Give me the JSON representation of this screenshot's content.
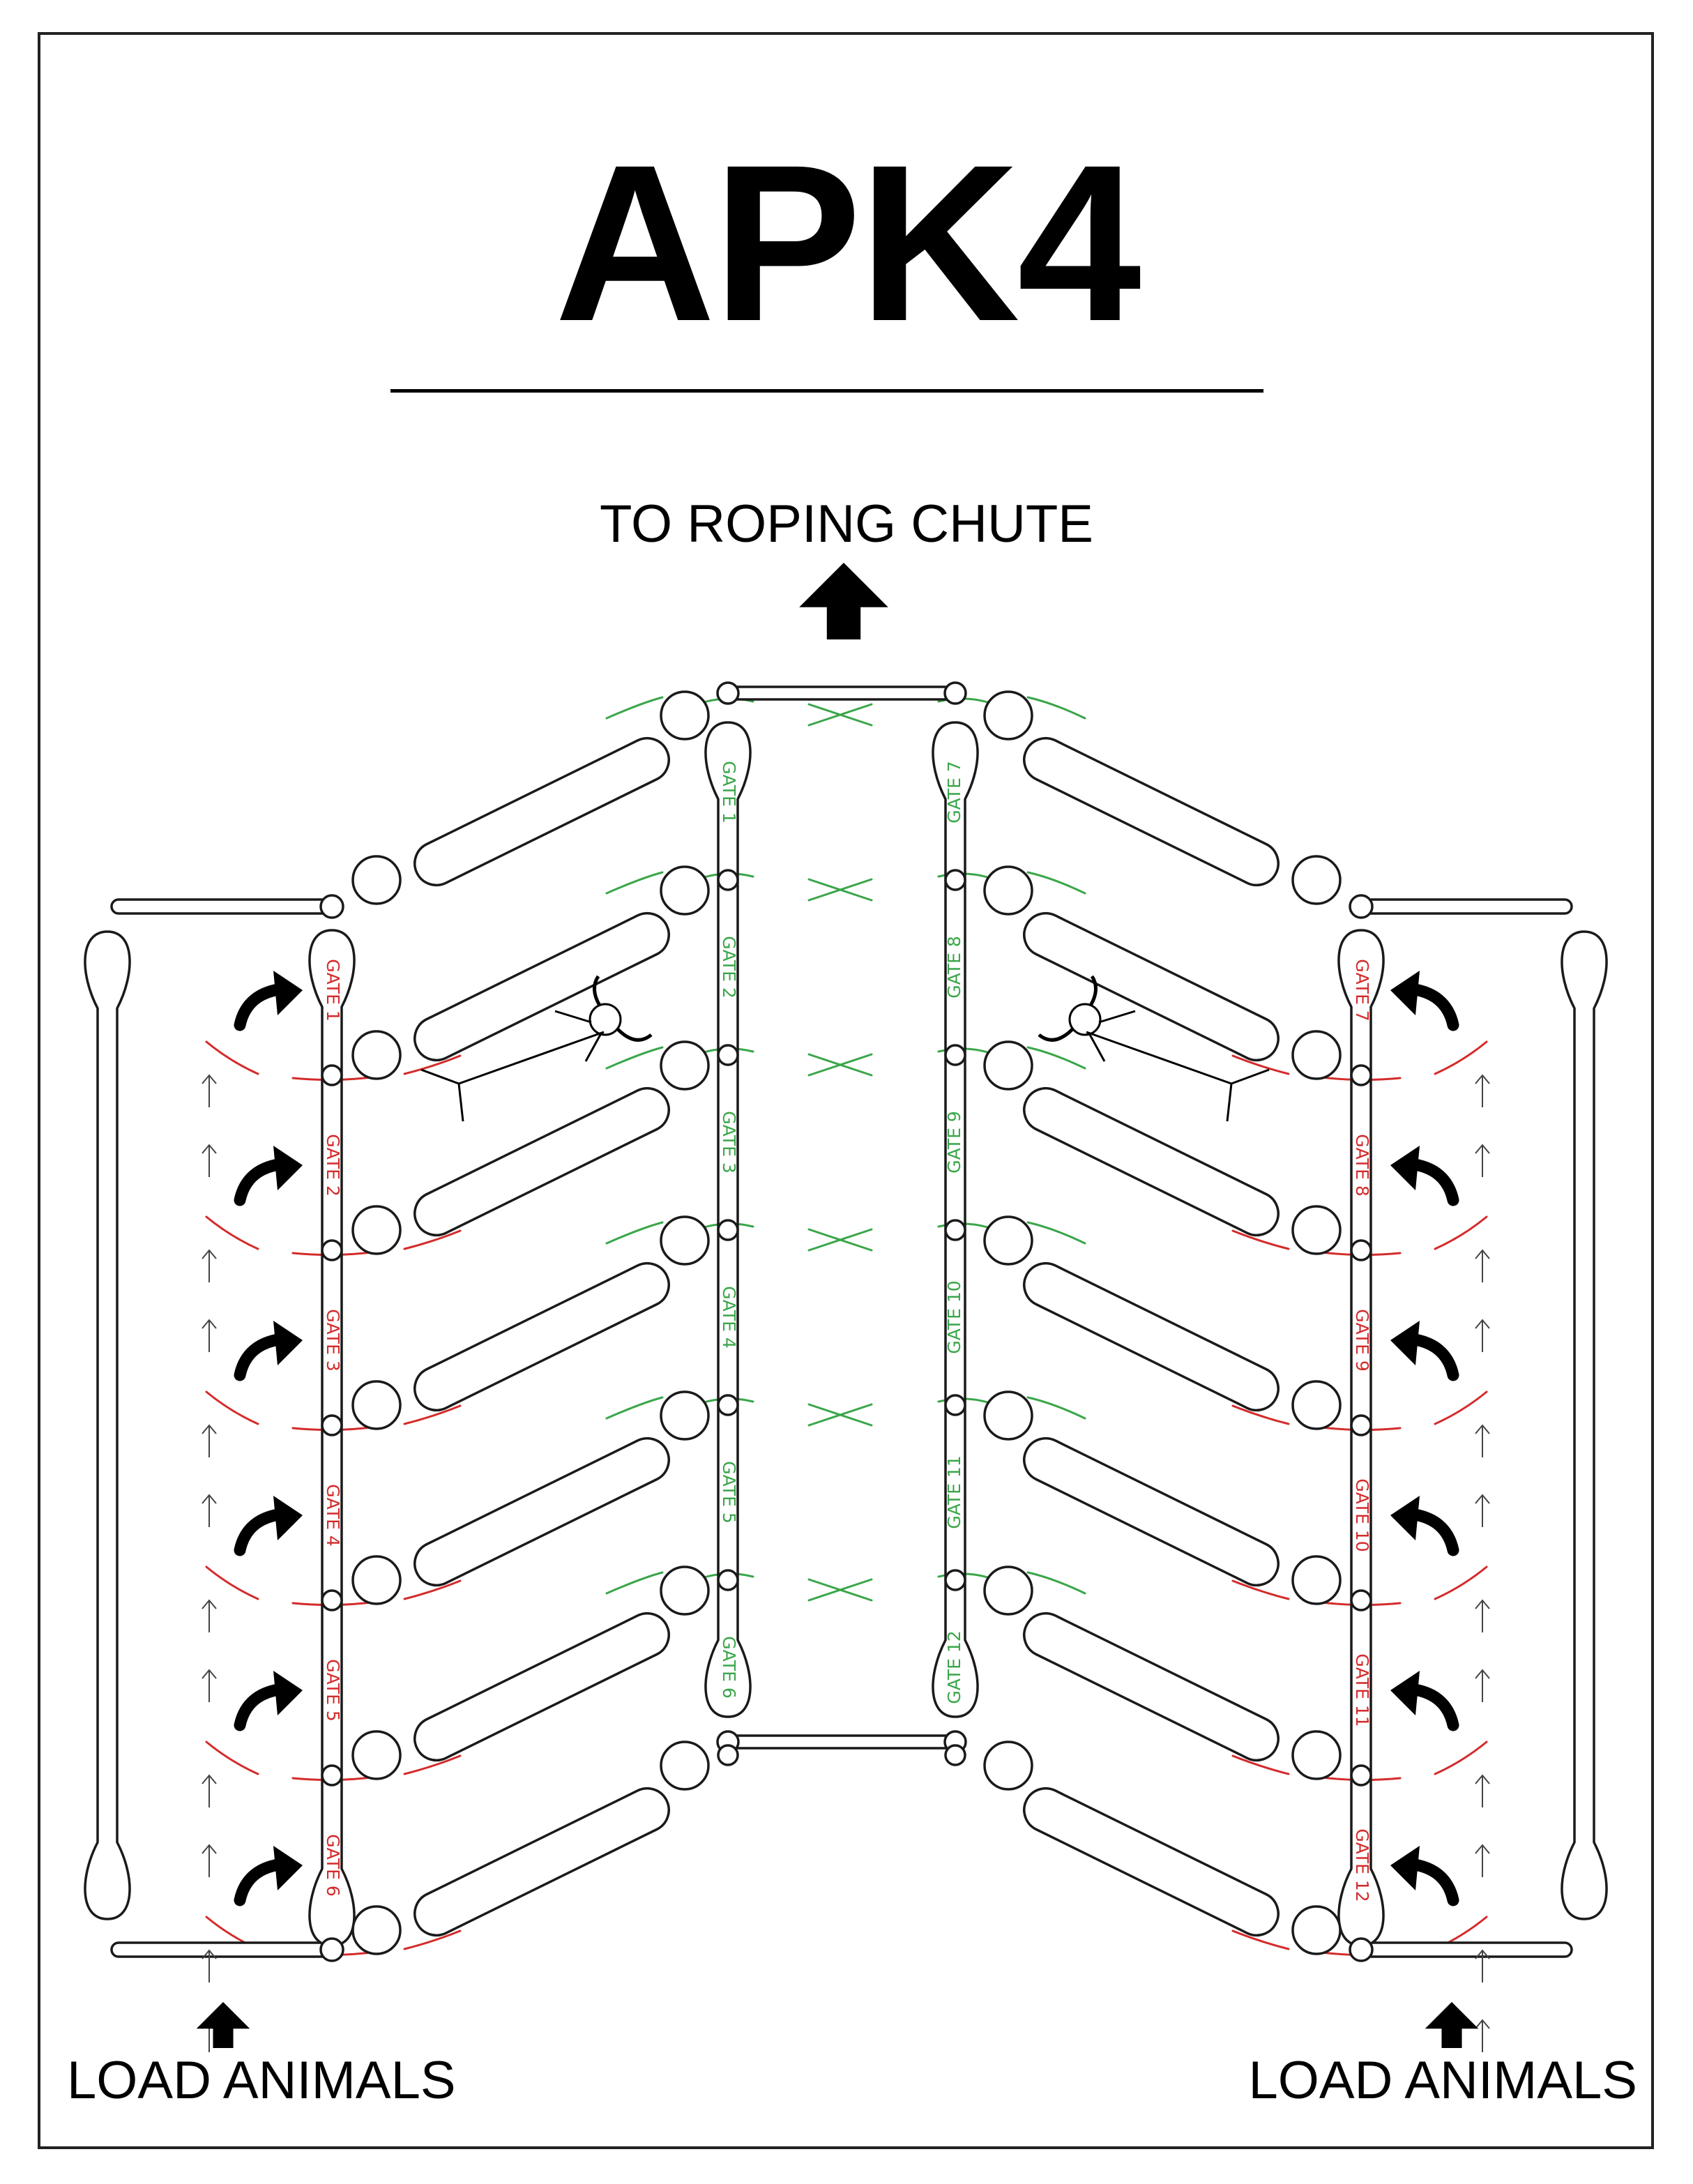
{
  "title": "APK4",
  "chute_label": "TO ROPING CHUTE",
  "load_label_left": "LOAD ANIMALS",
  "load_label_right": "LOAD ANIMALS",
  "colors": {
    "line": "#1a1a1a",
    "inner_gates": "#3aa64a",
    "outer_gates": "#d42b2b"
  },
  "inner_gates_left": [
    "GATE 1",
    "GATE 2",
    "GATE 3",
    "GATE 4",
    "GATE 5",
    "GATE 6"
  ],
  "inner_gates_right": [
    "GATE 7",
    "GATE 8",
    "GATE 9",
    "GATE 10",
    "GATE 11",
    "GATE 12"
  ],
  "outer_gates_left": [
    "GATE 1",
    "GATE 2",
    "GATE 3",
    "GATE 4",
    "GATE 5",
    "GATE 6"
  ],
  "outer_gates_right": [
    "GATE 7",
    "GATE 8",
    "GATE 9",
    "GATE 10",
    "GATE 11",
    "GATE 12"
  ],
  "icons": [
    "up-arrow-icon",
    "curved-arrow-icon",
    "animal-icon",
    "small-arrow-icon"
  ]
}
